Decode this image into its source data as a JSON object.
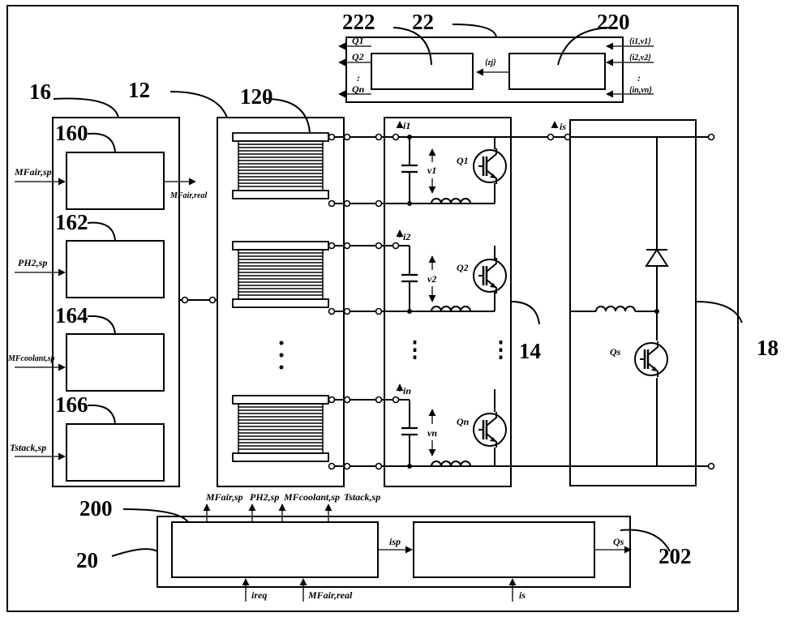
{
  "refs": {
    "r22": "22",
    "r222": "222",
    "r220": "220",
    "r16": "16",
    "r160": "160",
    "r162": "162",
    "r164": "164",
    "r166": "166",
    "r12": "12",
    "r120": "120",
    "r14": "14",
    "r18": "18",
    "r20": "20",
    "r200": "200",
    "r202": "202"
  },
  "module22": {
    "outputs": [
      "Q1",
      "Q2",
      ":",
      "Qn"
    ],
    "internal": "{zj}",
    "inputs": [
      "{i1,v1}",
      "{i2,v2}",
      ":",
      "{in,vn}"
    ]
  },
  "module16": {
    "inputs": [
      "MFair,sp",
      "PH2,sp",
      "MFcoolant,sp",
      "Tstack,sp"
    ],
    "output": "MFair,real"
  },
  "converter14": {
    "currents": [
      "i1",
      "i2",
      "in"
    ],
    "voltages": [
      "v1",
      "v2",
      "vn"
    ],
    "switches": [
      "Q1",
      "Q2",
      "Qn"
    ],
    "ellipsis": "⋮"
  },
  "module18": {
    "current": "is",
    "switch": "Qs"
  },
  "module20": {
    "outputs_top": [
      "MFair,sp",
      "PH2,sp",
      "MFcoolant,sp",
      "Tstack,sp"
    ],
    "inputs_bottom": [
      "ireq",
      "MFair,real",
      "is"
    ],
    "internal": "isp",
    "output": "Qs"
  }
}
